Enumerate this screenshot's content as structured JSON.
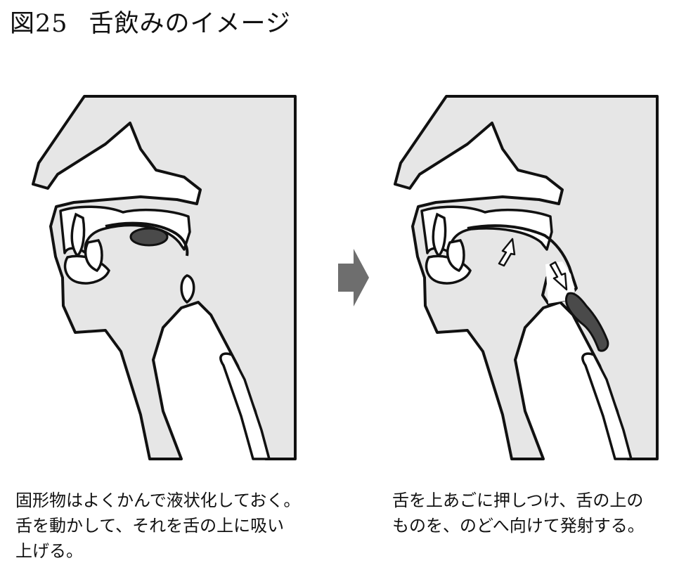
{
  "title": {
    "figure_number": "図25",
    "text": "舌飲みのイメージ"
  },
  "captions": {
    "left": [
      "固形物はよくかんで液状化しておく。",
      "舌を動かして、それを舌の上に吸い",
      "上げる。"
    ],
    "right": [
      "舌を上あごに押しつけ、舌の上の",
      "ものを、のどへ向けて発射する。"
    ]
  },
  "colors": {
    "fill": "#e6e6e6",
    "stroke": "#111111",
    "bolus": "#4a4a4a",
    "arrow": "#6e6e6e",
    "background": "#ffffff"
  }
}
